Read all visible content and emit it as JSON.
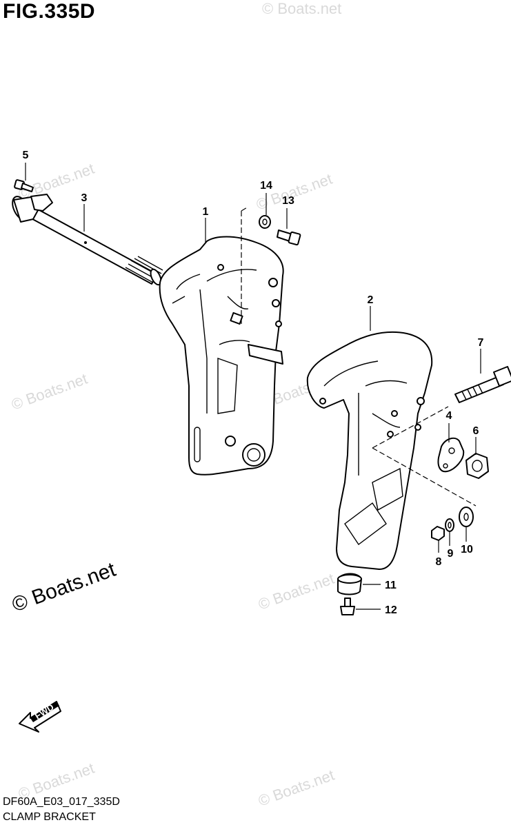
{
  "figure": {
    "title": "FIG.335D",
    "code": "DF60A_E03_017_335D",
    "name": "CLAMP BRACKET"
  },
  "callouts": [
    {
      "id": "c1",
      "label": "1"
    },
    {
      "id": "c2",
      "label": "2"
    },
    {
      "id": "c3",
      "label": "3"
    },
    {
      "id": "c4",
      "label": "4"
    },
    {
      "id": "c5",
      "label": "5"
    },
    {
      "id": "c6",
      "label": "6"
    },
    {
      "id": "c7",
      "label": "7"
    },
    {
      "id": "c8",
      "label": "8"
    },
    {
      "id": "c9",
      "label": "9"
    },
    {
      "id": "c10",
      "label": "10"
    },
    {
      "id": "c11",
      "label": "11"
    },
    {
      "id": "c12",
      "label": "12"
    },
    {
      "id": "c13",
      "label": "13"
    },
    {
      "id": "c14",
      "label": "14"
    }
  ],
  "fwd_label": "FWD",
  "watermark": "© Boats.net"
}
